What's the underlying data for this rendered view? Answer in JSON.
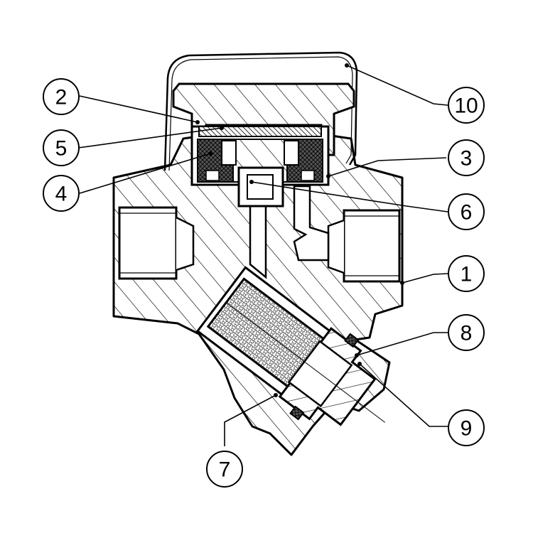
{
  "diagram": {
    "subject": "thermodynamic steam trap with Y-strainer, cross-section",
    "callouts": [
      {
        "id": "c1",
        "label": "1"
      },
      {
        "id": "c2",
        "label": "2"
      },
      {
        "id": "c3",
        "label": "3"
      },
      {
        "id": "c4",
        "label": "4"
      },
      {
        "id": "c5",
        "label": "5"
      },
      {
        "id": "c6",
        "label": "6"
      },
      {
        "id": "c7",
        "label": "7"
      },
      {
        "id": "c8",
        "label": "8"
      },
      {
        "id": "c9",
        "label": "9"
      },
      {
        "id": "c10",
        "label": "10"
      }
    ]
  }
}
